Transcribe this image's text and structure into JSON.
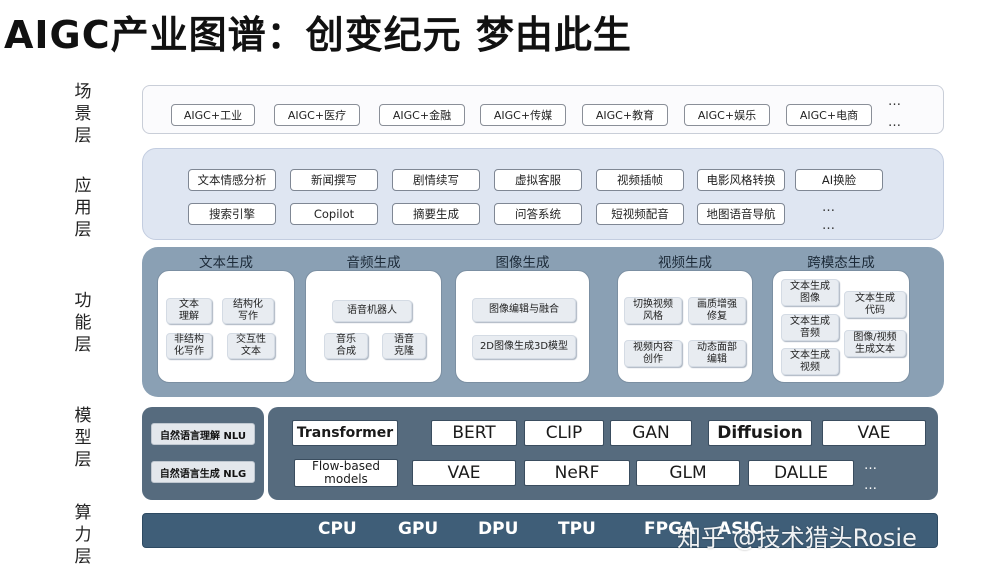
{
  "title": "AIGC产业图谱：创变纪元  梦由此生",
  "side_labels": {
    "scene": [
      "场",
      "景",
      "层"
    ],
    "app": [
      "应",
      "用",
      "层"
    ],
    "func": [
      "功",
      "能",
      "层"
    ],
    "model": [
      "模",
      "型",
      "层"
    ],
    "compute": [
      "算",
      "力",
      "层"
    ]
  },
  "scene": {
    "items": [
      "AIGC+工业",
      "AIGC+医疗",
      "AIGC+金融",
      "AIGC+传媒",
      "AIGC+教育",
      "AIGC+娱乐",
      "AIGC+电商"
    ],
    "dots": [
      "…",
      "…"
    ]
  },
  "app": {
    "row1": [
      "文本情感分析",
      "新闻撰写",
      "剧情续写",
      "虚拟客服",
      "视频插帧",
      "电影风格转换",
      "AI换脸"
    ],
    "row2": [
      "搜索引擎",
      "Copilot",
      "摘要生成",
      "问答系统",
      "短视频配音",
      "地图语音导航"
    ],
    "dots": [
      "…",
      "…"
    ]
  },
  "func": {
    "text": {
      "title": "文本生成",
      "items": [
        "文本\n理解",
        "结构化\n写作",
        "非结构\n化写作",
        "交互性\n文本"
      ]
    },
    "audio": {
      "title": "音频生成",
      "items": [
        "语音机器人",
        "音乐\n合成",
        "语音\n克隆"
      ]
    },
    "image": {
      "title": "图像生成",
      "items": [
        "图像编辑与融合",
        "2D图像生成3D模型"
      ]
    },
    "video": {
      "title": "视频生成",
      "items": [
        "切换视频\n风格",
        "画质增强\n修复",
        "视频内容\n创作",
        "动态面部\n编辑"
      ]
    },
    "cross": {
      "title": "跨模态生成",
      "items": [
        "文本生成\n图像",
        "文本生成\n代码",
        "文本生成\n音频",
        "图像/视频\n生成文本",
        "文本生成\n视频"
      ]
    }
  },
  "model": {
    "nlu": "自然语言理解 NLU",
    "nlg": "自然语言生成 NLG",
    "row1": [
      "Transformer",
      "BERT",
      "CLIP",
      "GAN",
      "Diffusion",
      "VAE"
    ],
    "row2": [
      "Flow-based\nmodels",
      "VAE",
      "NeRF",
      "GLM",
      "DALLE"
    ],
    "dots": [
      "…",
      "…"
    ]
  },
  "compute": {
    "items": [
      "CPU",
      "GPU",
      "DPU",
      "TPU",
      "FPGA",
      "ASIC"
    ]
  },
  "watermark": "知乎 @技术猎头Rosie",
  "colors": {
    "app_band": "#dfe6f2",
    "func_band": "#8aa0b4",
    "model_band": "#566b7e",
    "compute_band": "#3f5e78"
  }
}
